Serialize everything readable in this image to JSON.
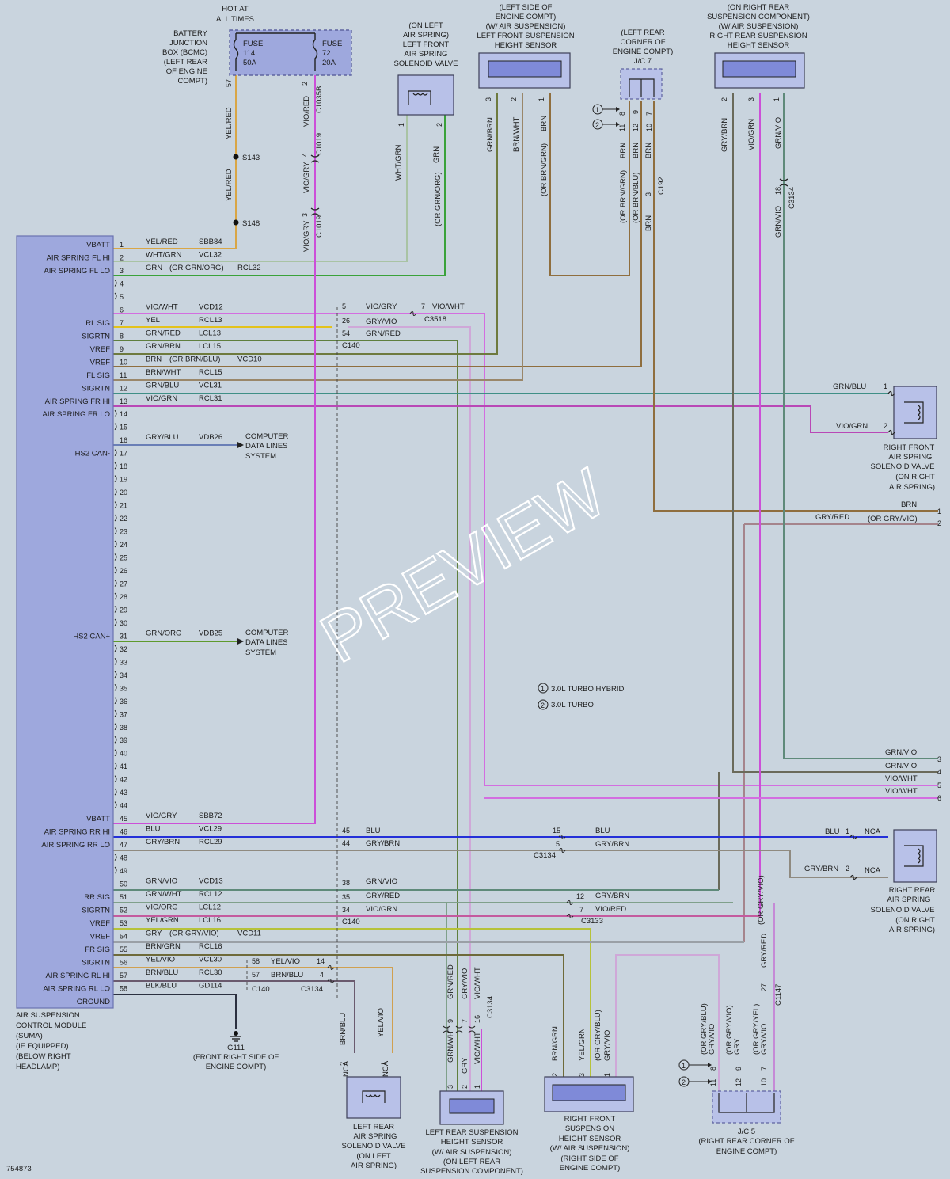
{
  "figure_id": "754873",
  "watermark": "PREVIEW",
  "colors": {
    "background": "#c9d4de",
    "module_fill": "#9ea8dd",
    "sensor_fill": "#7f8ad8",
    "yel": "#e3c21a",
    "yel_red": "#d9a646",
    "wht_grn": "#a9c3a4",
    "grn": "#3aa23a",
    "vio": "#cc4fd8",
    "vio_wht": "#d36ee0",
    "grn_red": "#5f7f3e",
    "grn_brn": "#6e7a3e",
    "brn": "#8f6e3e",
    "brn_wht": "#9a876a",
    "grn_blu": "#3f8f86",
    "vio_grn": "#b948b6",
    "gry_blu": "#6a7fb6",
    "grn_org": "#5e9a2c",
    "blu": "#2430d8",
    "gry_brn": "#8f8a80",
    "grn_vio": "#5f8a7a",
    "grn_wht": "#7fa08a",
    "vio_org": "#c45a9e",
    "yel_grn": "#b6c23a",
    "gry": "#9aa0a6",
    "brn_grn": "#6e6a3a",
    "yel_vio": "#d0a050",
    "brn_blu": "#6a5a6e",
    "blk_blu": "#2b3040",
    "gry_red": "#a5848c"
  },
  "module": {
    "name_lines": [
      "AIR SUSPENSION",
      "CONTROL MODULE",
      "(SUMA)",
      "(IF EQUIPPED)",
      "(BELOW RIGHT",
      "HEADLAMP)"
    ],
    "pins": [
      {
        "pin": "1",
        "signal": "VBATT",
        "wire": "YEL/RED",
        "circuit": "SBB84"
      },
      {
        "pin": "2",
        "signal": "AIR SPRING FL HI",
        "wire": "WHT/GRN",
        "circuit": "VCL32"
      },
      {
        "pin": "3",
        "signal": "AIR SPRING FL LO",
        "wire": "GRN",
        "alt": "(OR GRN/ORG)",
        "circuit": "RCL32"
      },
      {
        "pin": "4"
      },
      {
        "pin": "5"
      },
      {
        "pin": "6",
        "signal": "",
        "wire": "VIO/WHT",
        "circuit": "VCD12"
      },
      {
        "pin": "7",
        "signal": "RL SIG",
        "wire": "YEL",
        "circuit": "RCL13"
      },
      {
        "pin": "8",
        "signal": "SIGRTN",
        "wire": "GRN/RED",
        "circuit": "LCL13"
      },
      {
        "pin": "9",
        "signal": "VREF",
        "wire": "GRN/BRN",
        "circuit": "LCL15"
      },
      {
        "pin": "10",
        "signal": "VREF",
        "wire": "BRN",
        "alt": "(OR BRN/BLU)",
        "circuit": "VCD10"
      },
      {
        "pin": "11",
        "signal": "FL SIG",
        "wire": "BRN/WHT",
        "circuit": "RCL15"
      },
      {
        "pin": "12",
        "signal": "SIGRTN",
        "wire": "GRN/BLU",
        "circuit": "VCL31"
      },
      {
        "pin": "13",
        "signal": "AIR SPRING FR HI",
        "wire": "VIO/GRN",
        "circuit": "RCL31"
      },
      {
        "pin": "14",
        "signal": "AIR SPRING FR LO"
      },
      {
        "pin": "15"
      },
      {
        "pin": "16",
        "signal": "",
        "wire": "GRY/BLU",
        "circuit": "VDB26"
      },
      {
        "pin": "17",
        "signal": "HS2 CAN-"
      },
      {
        "pin": "18"
      },
      {
        "pin": "19"
      },
      {
        "pin": "20"
      },
      {
        "pin": "21"
      },
      {
        "pin": "22"
      },
      {
        "pin": "23"
      },
      {
        "pin": "24"
      },
      {
        "pin": "25"
      },
      {
        "pin": "26"
      },
      {
        "pin": "27"
      },
      {
        "pin": "28"
      },
      {
        "pin": "29"
      },
      {
        "pin": "30"
      },
      {
        "pin": "31",
        "signal": "HS2 CAN+",
        "wire": "GRN/ORG",
        "circuit": "VDB25"
      },
      {
        "pin": "32"
      },
      {
        "pin": "33"
      },
      {
        "pin": "34"
      },
      {
        "pin": "35"
      },
      {
        "pin": "36"
      },
      {
        "pin": "37"
      },
      {
        "pin": "38"
      },
      {
        "pin": "39"
      },
      {
        "pin": "40"
      },
      {
        "pin": "41"
      },
      {
        "pin": "42"
      },
      {
        "pin": "43"
      },
      {
        "pin": "44"
      },
      {
        "pin": "45",
        "signal": "VBATT",
        "wire": "VIO/GRY",
        "circuit": "SBB72"
      },
      {
        "pin": "46",
        "signal": "AIR SPRING RR HI",
        "wire": "BLU",
        "circuit": "VCL29"
      },
      {
        "pin": "47",
        "signal": "AIR SPRING RR LO",
        "wire": "GRY/BRN",
        "circuit": "RCL29"
      },
      {
        "pin": "48"
      },
      {
        "pin": "49"
      },
      {
        "pin": "50",
        "signal": "",
        "wire": "GRN/VIO",
        "circuit": "VCD13"
      },
      {
        "pin": "51",
        "signal": "RR SIG",
        "wire": "GRN/WHT",
        "circuit": "RCL12"
      },
      {
        "pin": "52",
        "signal": "SIGRTN",
        "wire": "VIO/ORG",
        "circuit": "LCL12"
      },
      {
        "pin": "53",
        "signal": "VREF",
        "wire": "YEL/GRN",
        "circuit": "LCL16"
      },
      {
        "pin": "54",
        "signal": "VREF",
        "wire": "GRY",
        "alt": "(OR GRY/VIO)",
        "circuit": "VCD11"
      },
      {
        "pin": "55",
        "signal": "FR SIG",
        "wire": "BRN/GRN",
        "circuit": "RCL16"
      },
      {
        "pin": "56",
        "signal": "SIGRTN",
        "wire": "YEL/VIO",
        "circuit": "VCL30"
      },
      {
        "pin": "57",
        "signal": "AIR SPRING RL HI",
        "wire": "BRN/BLU",
        "circuit": "RCL30"
      },
      {
        "pin": "58",
        "signal": "AIR SPRING RL LO",
        "wire": "BLK/BLU",
        "circuit": "GD114"
      },
      {
        "pin": "",
        "signal": "GROUND"
      }
    ]
  },
  "labels": {
    "hot_at": [
      "HOT AT",
      "ALL TIMES"
    ],
    "bjb": [
      "BATTERY",
      "JUNCTION",
      "BOX (BCMC)",
      "(LEFT REAR",
      "OF ENGINE",
      "COMPT)"
    ],
    "fuse114": [
      "FUSE",
      "114",
      "50A"
    ],
    "fuse72": [
      "FUSE",
      "72",
      "20A"
    ],
    "lf_valve": [
      "(ON LEFT",
      "AIR SPRING)",
      "LEFT FRONT",
      "AIR SPRING",
      "SOLENOID VALVE"
    ],
    "lf_sensor": [
      "(LEFT SIDE OF",
      "ENGINE COMPT)",
      "(W/ AIR SUSPENSION)",
      "LEFT FRONT SUSPENSION",
      "HEIGHT SENSOR"
    ],
    "jc7": [
      "(LEFT REAR",
      "CORNER OF",
      "ENGINE COMPT)",
      "J/C 7"
    ],
    "rr_sensor": [
      "(ON RIGHT REAR",
      "SUSPENSION COMPONENT)",
      "(W/ AIR SUSPENSION)",
      "RIGHT REAR SUSPENSION",
      "HEIGHT SENSOR"
    ],
    "rf_valve": [
      "RIGHT FRONT",
      "AIR SPRING",
      "SOLENOID VALVE",
      "(ON RIGHT",
      "AIR SPRING)"
    ],
    "rr_valve": [
      "RIGHT REAR",
      "AIR SPRING",
      "SOLENOID VALVE",
      "(ON RIGHT",
      "AIR SPRING)"
    ],
    "lr_valve": [
      "LEFT REAR",
      "AIR SPRING",
      "SOLENOID VALVE",
      "(ON LEFT",
      "AIR SPRING)"
    ],
    "lr_sensor": [
      "LEFT REAR SUSPENSION",
      "HEIGHT SENSOR",
      "(W/ AIR SUSPENSION)",
      "(ON LEFT REAR",
      "SUSPENSION COMPONENT)"
    ],
    "rf_sensor": [
      "RIGHT FRONT",
      "SUSPENSION",
      "HEIGHT SENSOR",
      "(W/ AIR SUSPENSION)",
      "(RIGHT SIDE OF",
      "ENGINE COMPT)"
    ],
    "jc5": [
      "J/C 5",
      "(RIGHT REAR CORNER OF",
      "ENGINE COMPT)"
    ],
    "g111": [
      "G111",
      "(FRONT RIGHT SIDE OF",
      "ENGINE COMPT)"
    ],
    "cdl": [
      "COMPUTER",
      "DATA LINES",
      "SYSTEM"
    ],
    "legend1": "3.0L TURBO HYBRID",
    "legend2": "3.0L TURBO",
    "splice1": "S143",
    "splice2": "S148",
    "nca": "NCA"
  },
  "connectors": [
    "C1035B",
    "C1019",
    "C3518",
    "C140",
    "C3134",
    "C192",
    "C3133",
    "C1147"
  ],
  "offpage_right": [
    {
      "pin": "1",
      "wire": "BRN"
    },
    {
      "pin": "2",
      "wire": "GRY/RED",
      "alt": "(OR GRY/VIO)"
    },
    {
      "pin": "3",
      "wire": "GRN/VIO"
    },
    {
      "pin": "4",
      "wire": "GRN/VIO"
    },
    {
      "pin": "5",
      "wire": "VIO/WHT"
    },
    {
      "pin": "6",
      "wire": "VIO/WHT"
    }
  ]
}
